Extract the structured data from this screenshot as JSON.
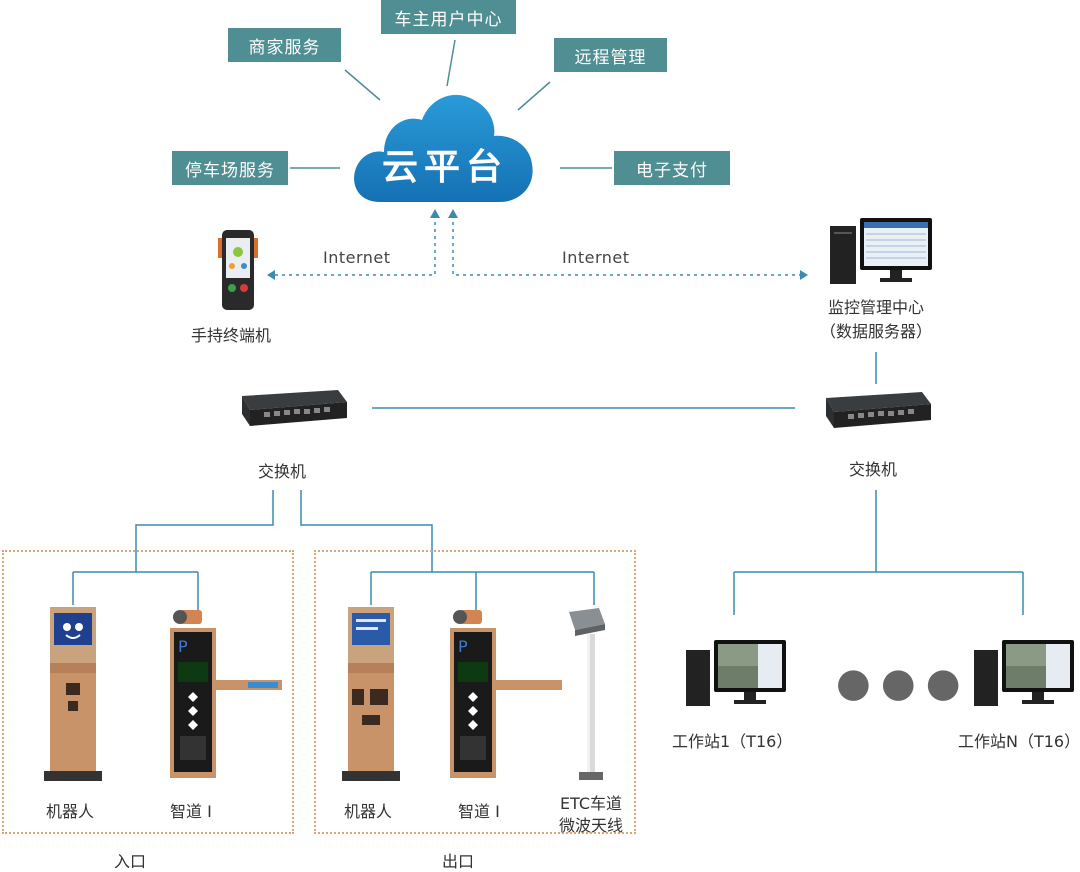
{
  "cloud": {
    "label": "云平台"
  },
  "services": {
    "merchant": "商家服务",
    "owner_center": "车主用户中心",
    "remote": "远程管理",
    "parking": "停车场服务",
    "epay": "电子支付"
  },
  "links": {
    "internet_left": "Internet",
    "internet_right": "Internet"
  },
  "devices": {
    "handheld": "手持终端机",
    "monitor_center_line1": "监控管理中心",
    "monitor_center_line2": "（数据服务器）",
    "switch_left": "交换机",
    "switch_right": "交换机",
    "robot_in": "机器人",
    "gate_in": "智道 I",
    "robot_out": "机器人",
    "gate_out": "智道 I",
    "etc_line1": "ETC车道",
    "etc_line2": "微波天线",
    "ws1": "工作站1（T16）",
    "wsn": "工作站N（T16）"
  },
  "zones": {
    "entry": "入口",
    "exit": "出口"
  },
  "colors": {
    "box": "#4f8e93",
    "line": "#3b8bb0",
    "cloud": "#1d82c4",
    "zone_border": "#e3a271"
  }
}
